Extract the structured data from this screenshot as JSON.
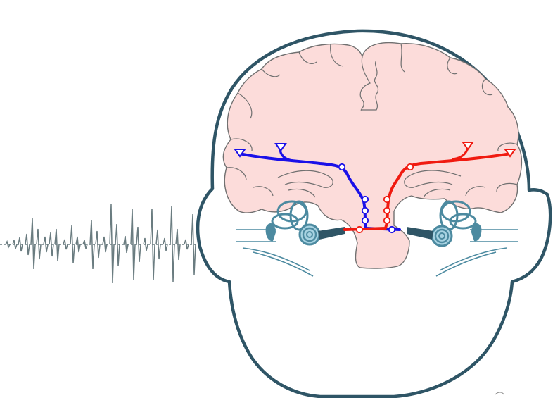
{
  "colors": {
    "background": "#ffffff",
    "head_outline": "#2f5566",
    "brain_fill": "#fcdcda",
    "brain_outline": "#707070",
    "ear_structures": "#4c8aa0",
    "ear_light": "#a8d3e2",
    "left_pathway": "#1a10e8",
    "right_pathway": "#f01a10",
    "sound_wave": "#6a7c80",
    "relay_node": "#ffffff"
  },
  "diagram": {
    "subject": "coronal-section-head",
    "pathways": [
      {
        "side": "left",
        "color_ref": "left_pathway",
        "relay_nodes": 5
      },
      {
        "side": "right",
        "color_ref": "right_pathway",
        "relay_nodes": 5
      }
    ],
    "icons": [
      "sound-wave-icon",
      "left-inner-ear-icon",
      "right-inner-ear-icon"
    ]
  }
}
